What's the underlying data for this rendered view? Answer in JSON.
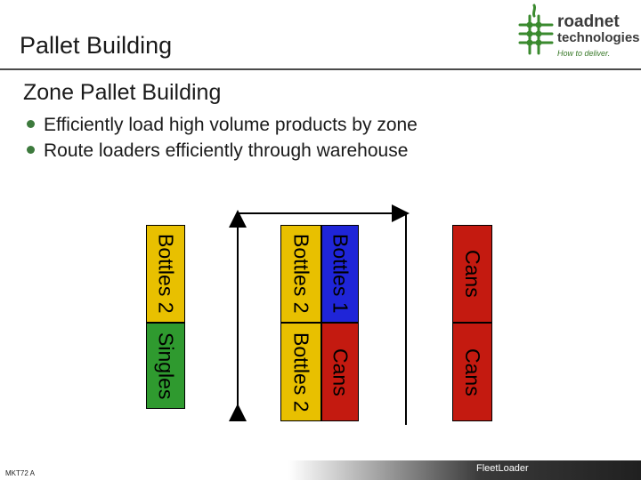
{
  "header": {
    "title": "Pallet Building",
    "logo": {
      "line1": "roadnet",
      "line2": "technologies",
      "tagline": "How to deliver.",
      "icon": "roadnet-grid-logo-icon",
      "color": "#3a8a2e"
    }
  },
  "content": {
    "subtitle": "Zone Pallet Building",
    "bullets": [
      "Efficiently load high volume products by zone",
      "Route loaders efficiently through warehouse"
    ]
  },
  "diagram": {
    "route_arrows": "path-arrows",
    "pallets": {
      "col1_top": {
        "label": "Bottles 2",
        "color": "#e8c000"
      },
      "col1_bottom": {
        "label": "Singles",
        "color": "#2f9a2f"
      },
      "col2_top": {
        "label": "Bottles 2",
        "color": "#e8c000"
      },
      "col2_bottom": {
        "label": "Bottles 2",
        "color": "#e8c000"
      },
      "col3_top": {
        "label": "Bottles 1",
        "color": "#1f25d8"
      },
      "col3_bottom": {
        "label": "Cans",
        "color": "#c41a10"
      },
      "col4_top": {
        "label": "Cans",
        "color": "#c41a10"
      },
      "col4_bottom": {
        "label": "Cans",
        "color": "#c41a10"
      }
    }
  },
  "footer": {
    "code": "MKT72 A",
    "brand": "FleetLoader"
  }
}
